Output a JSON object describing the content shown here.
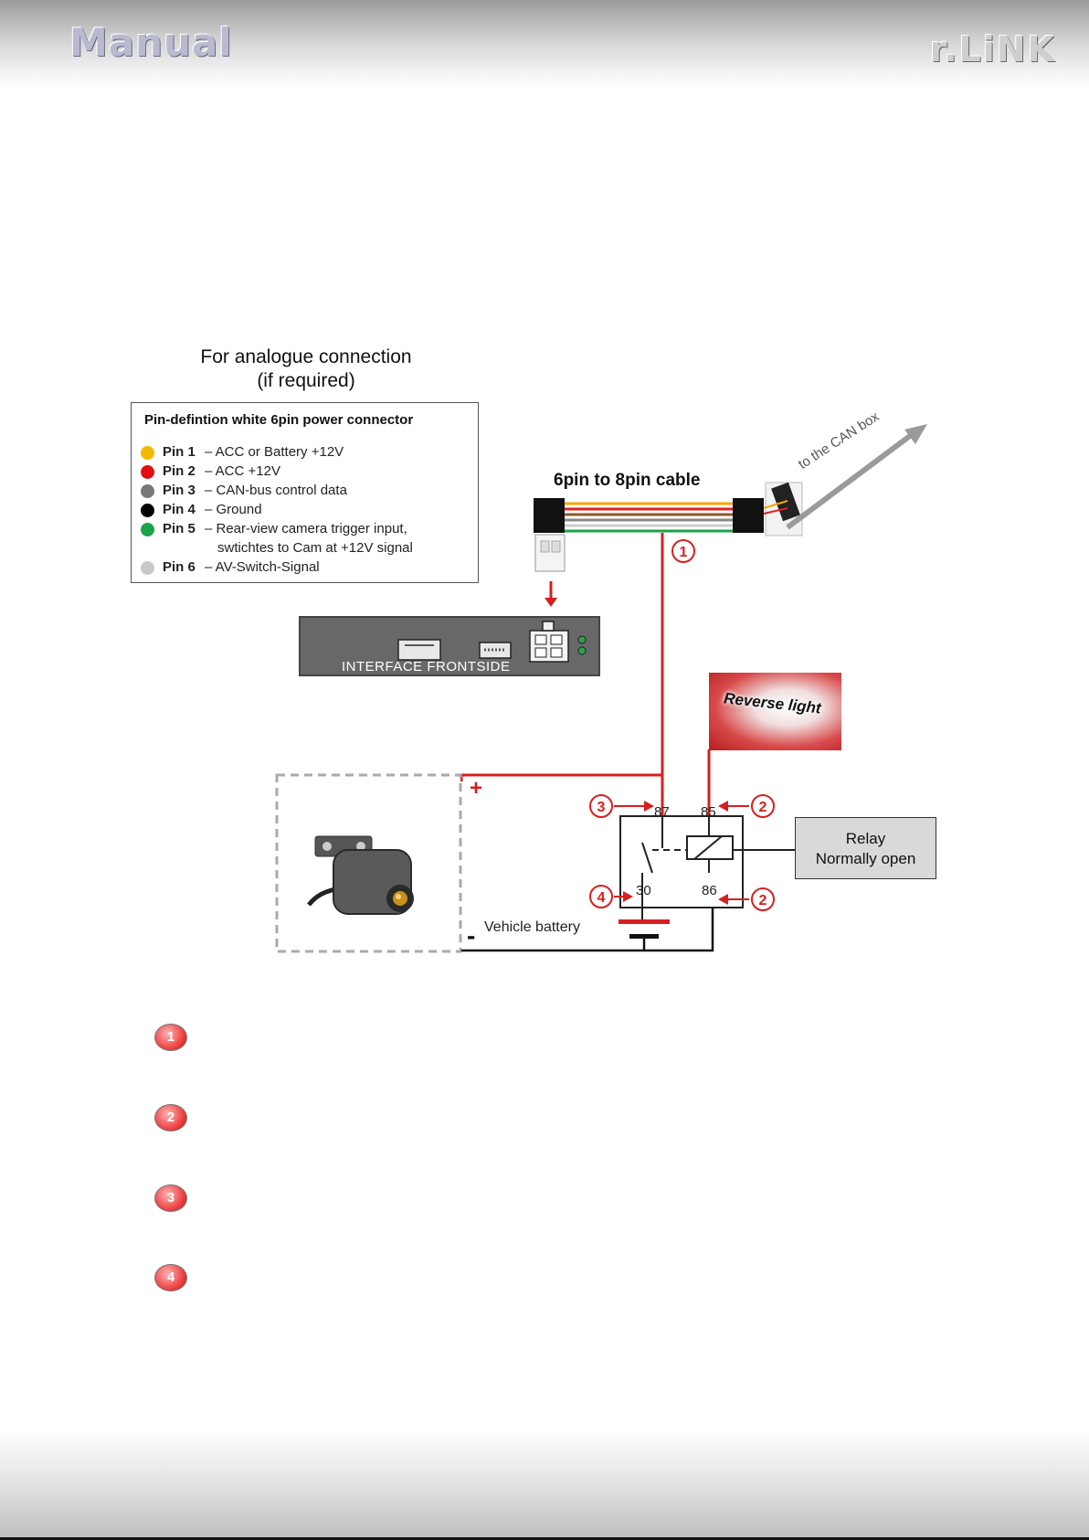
{
  "header": {
    "left_logo": "Manual",
    "right_logo": "r.LiNK"
  },
  "legend": {
    "title_line1": "For analogue connection",
    "title_line2": "(if required)",
    "box_title": "Pin-defintion white 6pin power connector",
    "pins": [
      {
        "name": "Pin 1",
        "desc": "– ACC or Battery +12V",
        "color": "#f5b800"
      },
      {
        "name": "Pin 2",
        "desc": "– ACC +12V",
        "color": "#e01010"
      },
      {
        "name": "Pin 3",
        "desc": "– CAN-bus control data",
        "color": "#777777"
      },
      {
        "name": "Pin 4",
        "desc": "– Ground",
        "color": "#000000"
      },
      {
        "name": "Pin 5",
        "desc": "– Rear-view camera trigger input,",
        "color": "#1aa34a"
      },
      {
        "name": "Pin 6",
        "desc": "– AV-Switch-Signal",
        "color": "#c8c8c8"
      }
    ],
    "pin5_continuation": "swtichtes to Cam at +12V signal"
  },
  "diagram": {
    "cable_title": "6pin to 8pin cable",
    "can_box_label": "to the CAN box",
    "interface_label": "INTERFACE  FRONTSIDE",
    "reverse_light_label": "Reverse light",
    "relay_line1": "Relay",
    "relay_line2": "Normally open",
    "relay_pins": {
      "p87": "87",
      "p85": "85",
      "p30": "30",
      "p86": "86"
    },
    "battery_label": "Vehicle battery",
    "plus_sign": "+",
    "minus_sign": "-",
    "markers": {
      "m1": "1",
      "m2a": "2",
      "m2b": "2",
      "m3": "3",
      "m4": "4"
    }
  },
  "steps": [
    "1",
    "2",
    "3",
    "4"
  ],
  "colors": {
    "red_wire": "#d62020",
    "marker_red": "#e02a2a"
  }
}
